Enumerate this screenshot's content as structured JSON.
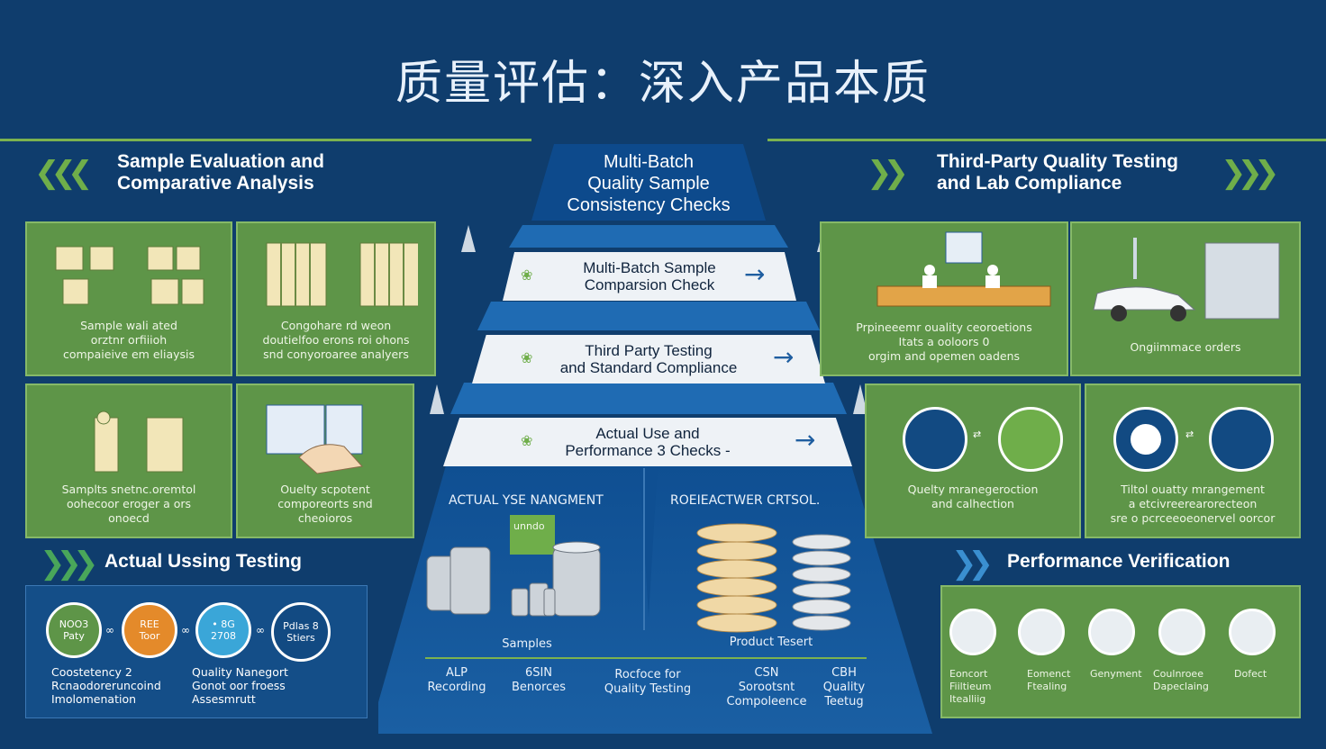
{
  "title": "质量评估：深入产品本质",
  "left_header": {
    "line1": "Sample Evaluation and",
    "line2": "Comparative Analysis"
  },
  "right_header": {
    "line1": "Third-Party Quality Testing",
    "line2": "and Lab Compliance"
  },
  "center_top": {
    "line1": "Multi-Batch",
    "line2": "Quality Sample",
    "line3": "Consistency Checks"
  },
  "bands": [
    {
      "line1": "Multi-Batch Sample",
      "line2": "Comparsion Check"
    },
    {
      "line1": "Third Party Testing",
      "line2": "and Standard Compliance"
    },
    {
      "line1": "Actual Use and",
      "line2": "Performance 3 Checks -"
    }
  ],
  "left_panels": [
    {
      "text": [
        "Sample wali ated",
        "orztnr orfiiioh",
        "compaieive em eliaysis"
      ]
    },
    {
      "text": [
        "Congohare rd weon",
        "doutielfoo erons roi ohons",
        "snd conyoroaree analyers"
      ]
    },
    {
      "text": [
        "Samplts snetnc.oremtol",
        "oohecoor eroger a ors",
        "onoecd"
      ]
    },
    {
      "text": [
        "Ouelty scpotent",
        "comporeorts snd",
        "cheoioros"
      ]
    }
  ],
  "right_panels": [
    {
      "text": [
        "Prpineeemr ouality ceoroetions",
        "Itats a ooloors 0",
        "orgim and opemen oadens"
      ]
    },
    {
      "text": [
        "Ongiimmace orders"
      ]
    },
    {
      "text": [
        "Quelty mranegeroction",
        "and calhection"
      ]
    },
    {
      "text": [
        "Tiltol ouatty mrangement",
        "a etcivreerearorecteon",
        "sre o pcrceeoeonervel oorcor"
      ]
    }
  ],
  "actual_testing": {
    "header": "Actual Ussing Testing",
    "circles": [
      {
        "line1": "NOO3",
        "line2": "Paty"
      },
      {
        "line1": "REE",
        "line2": "Toor"
      },
      {
        "line1": "• 8G",
        "line2": "2708"
      },
      {
        "line1": "Pdlas 8",
        "line2": "Stiers"
      }
    ],
    "caption_left": [
      "Coostetency 2",
      "Rcnaodoreruncoind",
      "Imolomenation"
    ],
    "caption_right": [
      "Quality Nanegort",
      "Gonot oor froess",
      "Assesmrutt"
    ]
  },
  "center_bottom": {
    "left_title": "ACTUAL YSE NANGMENT",
    "right_title": "ROEIEACTWER CRTSOL.",
    "vessel_label": "unndo",
    "samples_label": "Samples",
    "product_label": "Product Tesert",
    "timeline": [
      [
        "ALP",
        "Recording"
      ],
      [
        "6SIN",
        "Benorces"
      ],
      [
        "Rocfoce for",
        "Quality Testing"
      ],
      [
        "CSN",
        "Sorootsnt",
        "Compoleence"
      ],
      [
        "CBH",
        "Quality",
        "Teetug"
      ]
    ]
  },
  "performance": {
    "header": "Performance Verification",
    "items": [
      [
        "Eoncort",
        "Fiiltieum",
        "Itealliig"
      ],
      [
        "Eomenct",
        "Ftealing"
      ],
      [
        "Genyment"
      ],
      [
        "Coulnroee",
        "Dapeclaing"
      ],
      [
        "Dofect"
      ]
    ]
  },
  "colors": {
    "background": "#0f3d6d",
    "green": "#5e9548",
    "accent": "#7cb24f",
    "blue": "#144e88"
  }
}
